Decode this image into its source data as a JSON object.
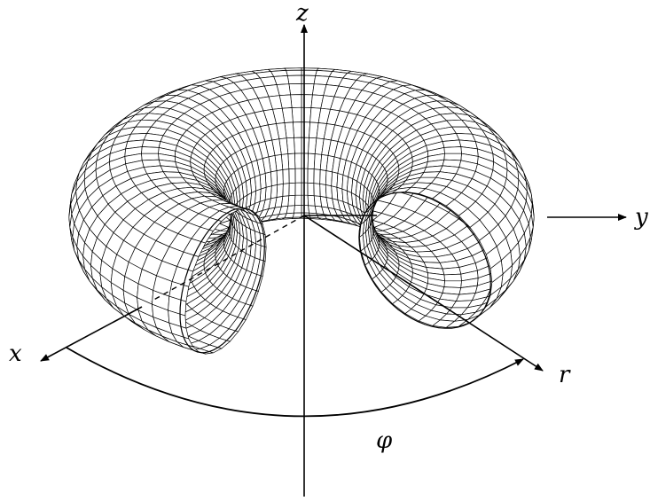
{
  "labels": {
    "z": "z",
    "y": "y",
    "x": "x",
    "r": "r",
    "phi": "φ"
  }
}
